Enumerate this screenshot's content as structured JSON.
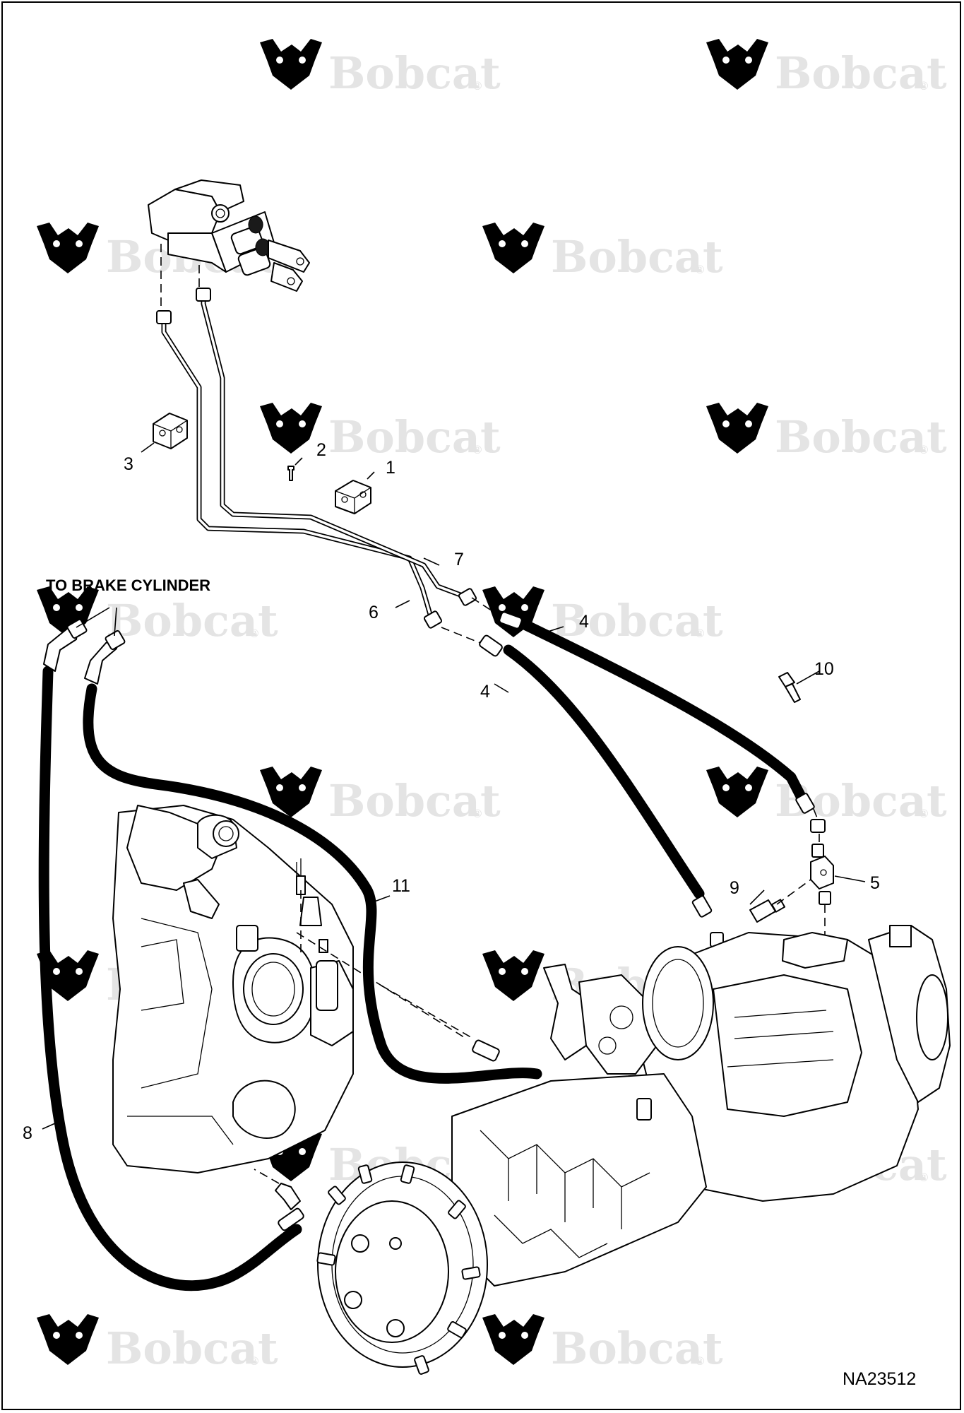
{
  "watermark": {
    "text": "Bobcat",
    "registered_mark": "®"
  },
  "heading": {
    "to_brake_cylinder": "TO BRAKE CYLINDER"
  },
  "callouts": {
    "c1": "1",
    "c2": "2",
    "c3": "3",
    "c4a": "4",
    "c4b": "4",
    "c5": "5",
    "c6": "6",
    "c7": "7",
    "c8": "8",
    "c9": "9",
    "c10": "10",
    "c11": "11"
  },
  "figure_id": "NA23512",
  "colors": {
    "line": "#000000",
    "watermark": "#e4e4e4",
    "background": "#ffffff"
  }
}
